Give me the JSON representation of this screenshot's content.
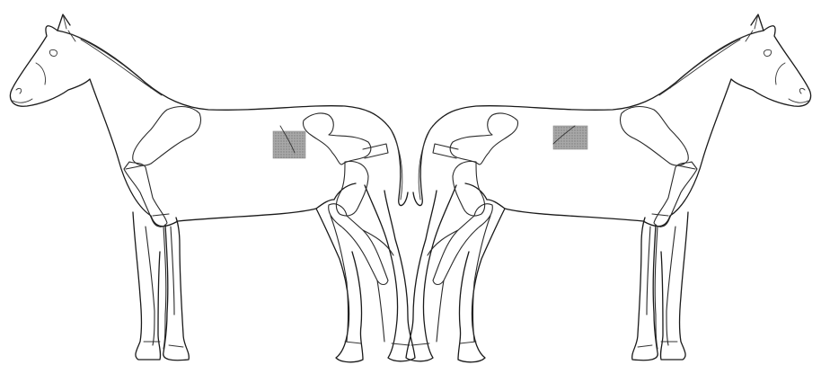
{
  "figure": {
    "background_color": "#ffffff",
    "line_color": "#1a1a1a",
    "marker_color": "#9a9a9a",
    "panels": [
      {
        "side": "left",
        "facing": "left",
        "subject": "horse-outline-with-skeleton"
      },
      {
        "side": "right",
        "facing": "right",
        "subject": "horse-outline-with-skeleton"
      }
    ]
  }
}
